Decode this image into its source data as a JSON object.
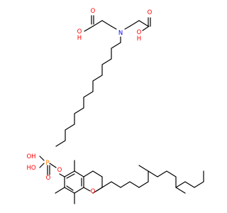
{
  "colors": {
    "bond": "#000000",
    "carbon": "#000000",
    "oxygen": "#ff0000",
    "nitrogen": "#0000ff",
    "phosphorus": "#ff8000",
    "background": "#ffffff"
  },
  "molecule_1": {
    "atoms": {
      "oh_left_1": "O",
      "oh_left_2": "H",
      "o_left": "O",
      "n": "N",
      "o_right": "O",
      "oh_right_1": "O",
      "oh_right_2": "H"
    }
  },
  "molecule_2": {
    "atoms": {
      "ho_top": "OH",
      "o_ester": "O",
      "p": "P",
      "ho_bottom": "HO",
      "o_po": "O",
      "o_ring": "O"
    }
  }
}
